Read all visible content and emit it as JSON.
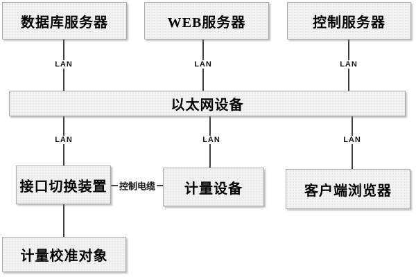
{
  "diagram": {
    "title": "metrology-calibration-network-topology",
    "nodes": [
      {
        "id": "database-server",
        "label": "数据库服务器"
      },
      {
        "id": "web-server",
        "label": "WEB服务器"
      },
      {
        "id": "control-server",
        "label": "控制服务器"
      },
      {
        "id": "ethernet-device",
        "label": "以太网设备"
      },
      {
        "id": "interface-switch",
        "label": "接口切换装置"
      },
      {
        "id": "metering-device",
        "label": "计量设备"
      },
      {
        "id": "client-browser",
        "label": "客户端浏览器"
      },
      {
        "id": "calibration-object",
        "label": "计量校准对象"
      }
    ],
    "edge_labels": {
      "lan": "LAN",
      "control_cable": "控制电缆"
    },
    "connections": [
      {
        "from": "database-server",
        "to": "ethernet-device",
        "label": "LAN"
      },
      {
        "from": "web-server",
        "to": "ethernet-device",
        "label": "LAN"
      },
      {
        "from": "control-server",
        "to": "ethernet-device",
        "label": "LAN"
      },
      {
        "from": "ethernet-device",
        "to": "interface-switch",
        "label": "LAN"
      },
      {
        "from": "ethernet-device",
        "to": "metering-device",
        "label": "LAN"
      },
      {
        "from": "ethernet-device",
        "to": "client-browser",
        "label": "LAN"
      },
      {
        "from": "interface-switch",
        "to": "metering-device",
        "label": "控制电缆"
      },
      {
        "from": "interface-switch",
        "to": "calibration-object",
        "label": ""
      }
    ],
    "colors": {
      "node_fill": "#f2f2f0",
      "node_border": "#a8a8a8",
      "line": "#3f3f3f",
      "text": "#000000",
      "background": "#ffffff"
    }
  }
}
